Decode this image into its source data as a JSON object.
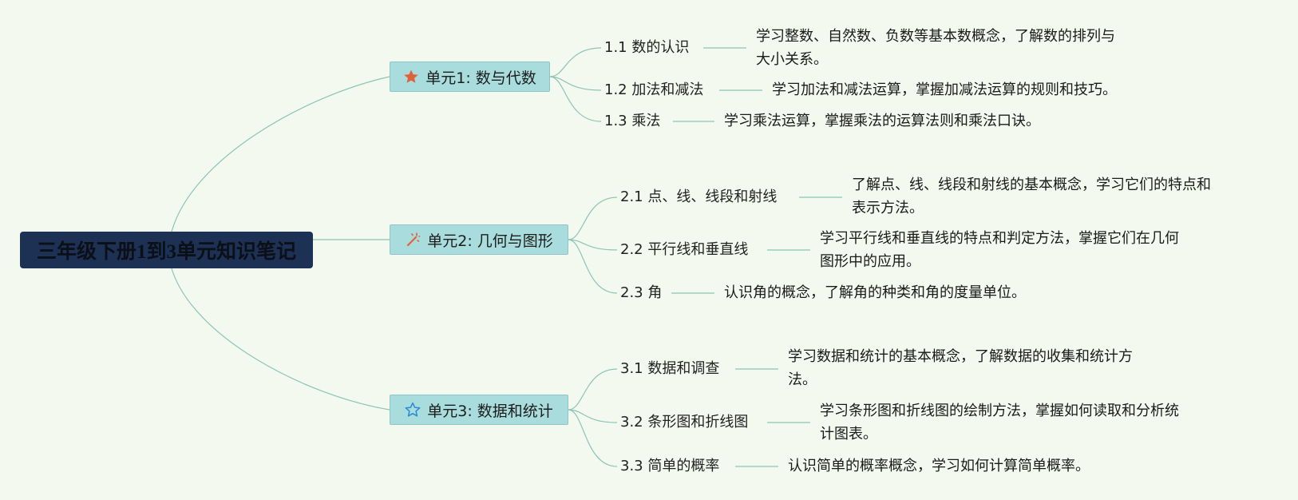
{
  "root": {
    "title": "三年级下册1到3单元知识笔记"
  },
  "units": [
    {
      "title": "单元1: 数与代数",
      "icon": "filled-star-icon",
      "icon_color": "#e0623a",
      "topics": [
        {
          "label": "1.1 数的认识",
          "desc": [
            "学习整数、自然数、负数等基本数概念，了解数的排列与",
            "大小关系。"
          ]
        },
        {
          "label": "1.2 加法和减法",
          "desc": [
            "学习加法和减法运算，掌握加减法运算的规则和技巧。"
          ]
        },
        {
          "label": "1.3 乘法",
          "desc": [
            "学习乘法运算，掌握乘法的运算法则和乘法口诀。"
          ]
        }
      ]
    },
    {
      "title": "单元2: 几何与图形",
      "icon": "magic-wand-icon",
      "icon_color": "#e0623a",
      "topics": [
        {
          "label": "2.1 点、线、线段和射线",
          "desc": [
            "了解点、线、线段和射线的基本概念，学习它们的特点和",
            "表示方法。"
          ]
        },
        {
          "label": "2.2 平行线和垂直线",
          "desc": [
            "学习平行线和垂直线的特点和判定方法，掌握它们在几何",
            "图形中的应用。"
          ]
        },
        {
          "label": "2.3 角",
          "desc": [
            "认识角的概念，了解角的种类和角的度量单位。"
          ]
        }
      ]
    },
    {
      "title": "单元3: 数据和统计",
      "icon": "outline-star-icon",
      "icon_color": "#2a8bd4",
      "topics": [
        {
          "label": "3.1 数据和调查",
          "desc": [
            "学习数据和统计的基本概念，了解数据的收集和统计方",
            "法。"
          ]
        },
        {
          "label": "3.2 条形图和折线图",
          "desc": [
            "学习条形图和折线图的绘制方法，掌握如何读取和分析统",
            "计图表。"
          ]
        },
        {
          "label": "3.3 简单的概率",
          "desc": [
            "认识简单的概率概念，学习如何计算简单概率。"
          ]
        }
      ]
    }
  ],
  "colors": {
    "background": "#f3f9ef",
    "root_fill": "#1d3155",
    "unit_fill": "#a9dcdc",
    "connector": "#8cc5b4"
  }
}
